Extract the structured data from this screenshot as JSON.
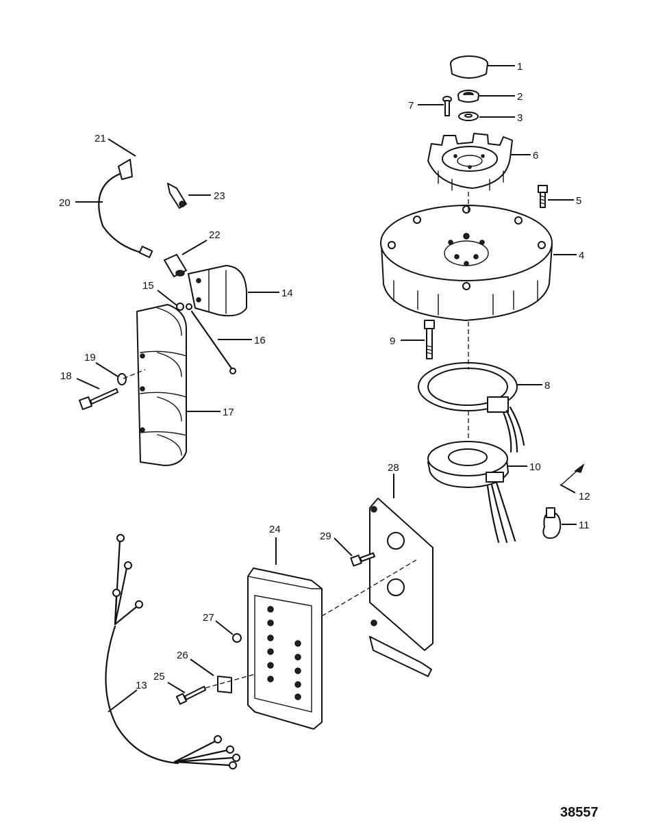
{
  "figure_number": "38557",
  "callouts": [
    {
      "id": "1",
      "text": "1"
    },
    {
      "id": "2",
      "text": "2"
    },
    {
      "id": "3",
      "text": "3"
    },
    {
      "id": "4",
      "text": "4"
    },
    {
      "id": "5",
      "text": "5"
    },
    {
      "id": "6",
      "text": "6"
    },
    {
      "id": "7",
      "text": "7"
    },
    {
      "id": "8",
      "text": "8"
    },
    {
      "id": "9",
      "text": "9"
    },
    {
      "id": "10",
      "text": "10"
    },
    {
      "id": "11",
      "text": "11"
    },
    {
      "id": "12",
      "text": "12"
    },
    {
      "id": "13",
      "text": "13"
    },
    {
      "id": "14",
      "text": "14"
    },
    {
      "id": "15",
      "text": "15"
    },
    {
      "id": "16",
      "text": "16"
    },
    {
      "id": "17",
      "text": "17"
    },
    {
      "id": "18",
      "text": "18"
    },
    {
      "id": "19",
      "text": "19"
    },
    {
      "id": "20",
      "text": "20"
    },
    {
      "id": "21",
      "text": "21"
    },
    {
      "id": "22",
      "text": "22"
    },
    {
      "id": "23",
      "text": "23"
    },
    {
      "id": "24",
      "text": "24"
    },
    {
      "id": "25",
      "text": "25"
    },
    {
      "id": "26",
      "text": "26"
    },
    {
      "id": "27",
      "text": "27"
    },
    {
      "id": "28",
      "text": "28"
    },
    {
      "id": "29",
      "text": "29"
    }
  ]
}
